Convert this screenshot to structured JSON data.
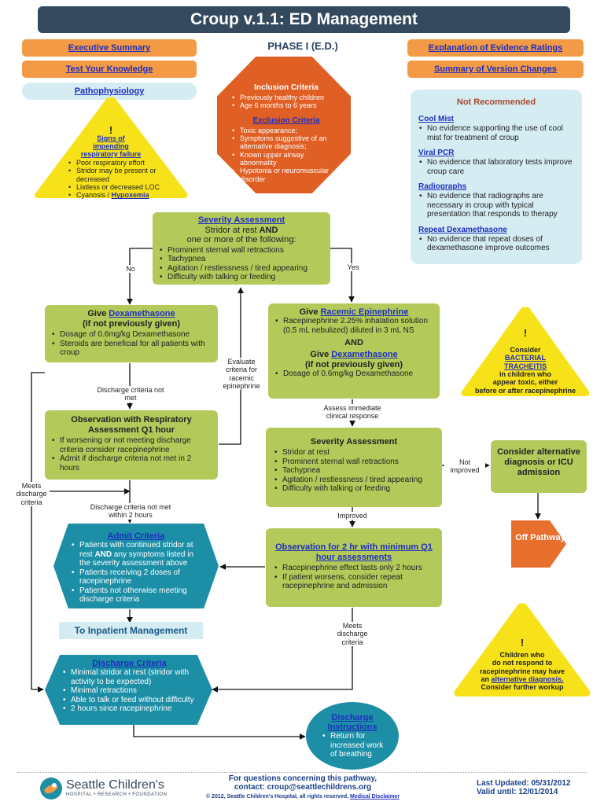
{
  "header": {
    "title": "Croup v.1.1: ED Management",
    "phase": "PHASE I (E.D.)"
  },
  "nav": {
    "executive_summary": "Executive Summary",
    "test_knowledge": "Test Your Knowledge",
    "pathophysiology": "Pathophysiology",
    "evidence_ratings": "Explanation of Evidence Ratings",
    "version_changes": "Summary of Version Changes"
  },
  "warning_resp": {
    "mark": "!",
    "title_1": "Signs of",
    "title_2": "impending",
    "title_3": "respiratory failure",
    "items": [
      "Poor respiratory effort",
      "Stridor may be present or decreased",
      "Listless or decreased LOC"
    ],
    "last_item_prefix": "Cyanosis / ",
    "last_item_link": "Hypoxemia"
  },
  "criteria": {
    "inclusion_title": "Inclusion Criteria",
    "inclusion": [
      "Previously healthy children",
      "Age 6 months to 6 years"
    ],
    "exclusion_title": "Exclusion Criteria",
    "exclusion": [
      "Toxic appearance;",
      "Symptoms suggestive of an alternative diagnosis;",
      "Known upper airway abnormality",
      "Hypotonia or neuromuscular disorder"
    ]
  },
  "not_recommended": {
    "title": "Not Recommended",
    "sections": [
      {
        "link": "Cool Mist",
        "text": "No evidence supporting the use of cool mist for treatment of croup"
      },
      {
        "link": "Viral PCR",
        "text": "No evidence that laboratory tests improve croup care"
      },
      {
        "link": "Radiographs",
        "text": "No evidence that radiographs are necessary in croup with typical presentation that responds to therapy"
      },
      {
        "link": "Repeat Dexamethasone",
        "text": "No evidence that repeat doses of dexamethasone improve outcomes"
      }
    ]
  },
  "severity1": {
    "title": "Severity Assessment",
    "line1_a": "Stridor at rest ",
    "line1_b": "AND",
    "line2": "one or more of the following:",
    "items": [
      "Prominent sternal wall retractions",
      "Tachypnea",
      "Agitation / restlessness / tired appearing",
      "Difficulty with talking or feeding"
    ]
  },
  "labels": {
    "no": "No",
    "yes": "Yes",
    "evaluate": "Evaluate criteria for racemic epinephrine",
    "discharge_not_met": "Discharge criteria not met",
    "assess": "Assess immediate clinical response",
    "not_improved": "Not improved",
    "meets_left": "Meets discharge criteria",
    "discharge_not_met_2h": "Discharge criteria not met within 2 hours",
    "improved": "Improved",
    "meets_right": "Meets discharge criteria"
  },
  "give_dex": {
    "title_a": "Give ",
    "title_link": "Dexamethasone",
    "title_b": "(if not previously given)",
    "items": [
      "Dosage of 0.6mg/kg Dexamethasone",
      "Steroids are beneficial for all patients with croup"
    ]
  },
  "give_epi": {
    "title_a": "Give ",
    "title_link": "Racemic Epinephrine",
    "items": [
      "Racepinephrine 2.25% inhalation solution (0.5 mL nebulized) diluted in 3 mL NS"
    ],
    "and": "AND",
    "title2_a": "Give ",
    "title2_link": "Dexamethasone",
    "title2_b": "(if not previously given)",
    "items2": [
      "Dosage of 0.6mg/kg Dexamethasone"
    ]
  },
  "bacterial": {
    "mark": "!",
    "line1": "Consider",
    "link1": "BACTERIAL",
    "link2": "TRACHEITIS",
    "line2": "in children who",
    "line3": "appear toxic, either",
    "line4": "before or after racepinephrine"
  },
  "observation1": {
    "title": "Observation with Respiratory Assessment Q1 hour",
    "items": [
      "If worsening or not meeting discharge criteria consider racepinephrine",
      "Admit if discharge criteria not met in 2 hours"
    ]
  },
  "severity2": {
    "title": "Severity Assessment",
    "items": [
      "Stridor at rest",
      "Prominent sternal wall retractions",
      "Tachypnea",
      "Agitation / restlessness / tired appearing",
      "Difficulty with talking or feeding"
    ]
  },
  "consider_alt": {
    "text": "Consider alternative diagnosis or ICU admission"
  },
  "off_pathway": {
    "text": "Off Pathway"
  },
  "admit": {
    "title": "Admit Criteria",
    "item1_a": "Patients with continued stridor at rest ",
    "item1_b": "AND",
    "item1_c": " any symptoms listed in the severity assessment above",
    "items": [
      "Patients receiving 2 doses of racepinephrine",
      "Patients not otherwise meeting discharge criteria"
    ]
  },
  "observation2": {
    "title": "Observation for 2 hr with minimum Q1 hour assessments",
    "items": [
      "Racepinephrine effect lasts only 2 hours",
      "If patient worsens, consider repeat racepinephrine and admission"
    ]
  },
  "inpatient": {
    "label": "To Inpatient Management"
  },
  "discharge": {
    "title": "Discharge Criteria",
    "items": [
      "Minimal stridor at rest (stridor with activity to be expected)",
      "Minimal retractions",
      "Able to talk or feed without difficulty",
      "2 hours since  racepinephrine"
    ]
  },
  "non_responders": {
    "mark": "!",
    "line1": "Children who",
    "line2": "do not respond to",
    "line3": "racepinephrine may have",
    "line4_a": "an ",
    "line4_link": "alternative diagnosis.",
    "line5": "Consider further workup"
  },
  "instructions": {
    "title": "Discharge Instructions",
    "items": [
      "Return for increased work of breathing"
    ]
  },
  "footer": {
    "org": "Seattle Children's",
    "org_sub": "HOSPITAL • RESEARCH • FOUNDATION",
    "questions": "For questions concerning this pathway,",
    "contact": "contact: croup@seattlechildrens.org",
    "copyright": "© 2012, Seattle Children's Hospital, all rights reserved, ",
    "disclaimer": "Medical Disclaimer",
    "last_updated": "Last Updated: 05/31/2012",
    "valid_until": "Valid until: 12/01/2014"
  },
  "colors": {
    "title_bar": "#34495e",
    "orange": "#f39a46",
    "octagon": "#e05f24",
    "green": "#b3c95a",
    "blue": "#1c8ea6",
    "light_blue": "#d4ecf2",
    "yellow": "#f7e21a"
  }
}
